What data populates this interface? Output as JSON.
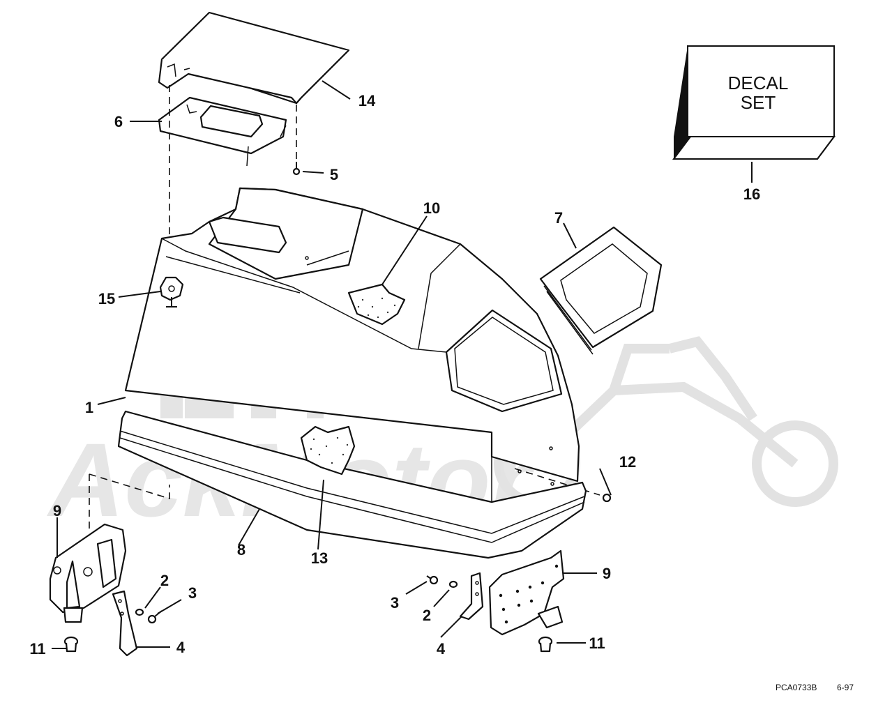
{
  "diagram": {
    "decal_box": {
      "line1": "DECAL",
      "line2": "SET"
    },
    "code": {
      "id": "PCA0733B",
      "date": "6-97"
    },
    "callouts": {
      "c1": "1",
      "c2a": "2",
      "c2b": "2",
      "c3a": "3",
      "c3b": "3",
      "c4a": "4",
      "c4b": "4",
      "c5": "5",
      "c6": "6",
      "c7": "7",
      "c8": "8",
      "c9a": "9",
      "c9b": "9",
      "c10": "10",
      "c11a": "11",
      "c11b": "11",
      "c12": "12",
      "c13": "13",
      "c14": "14",
      "c15": "15",
      "c16": "16"
    },
    "watermark": {
      "text": "AckMotor"
    }
  }
}
